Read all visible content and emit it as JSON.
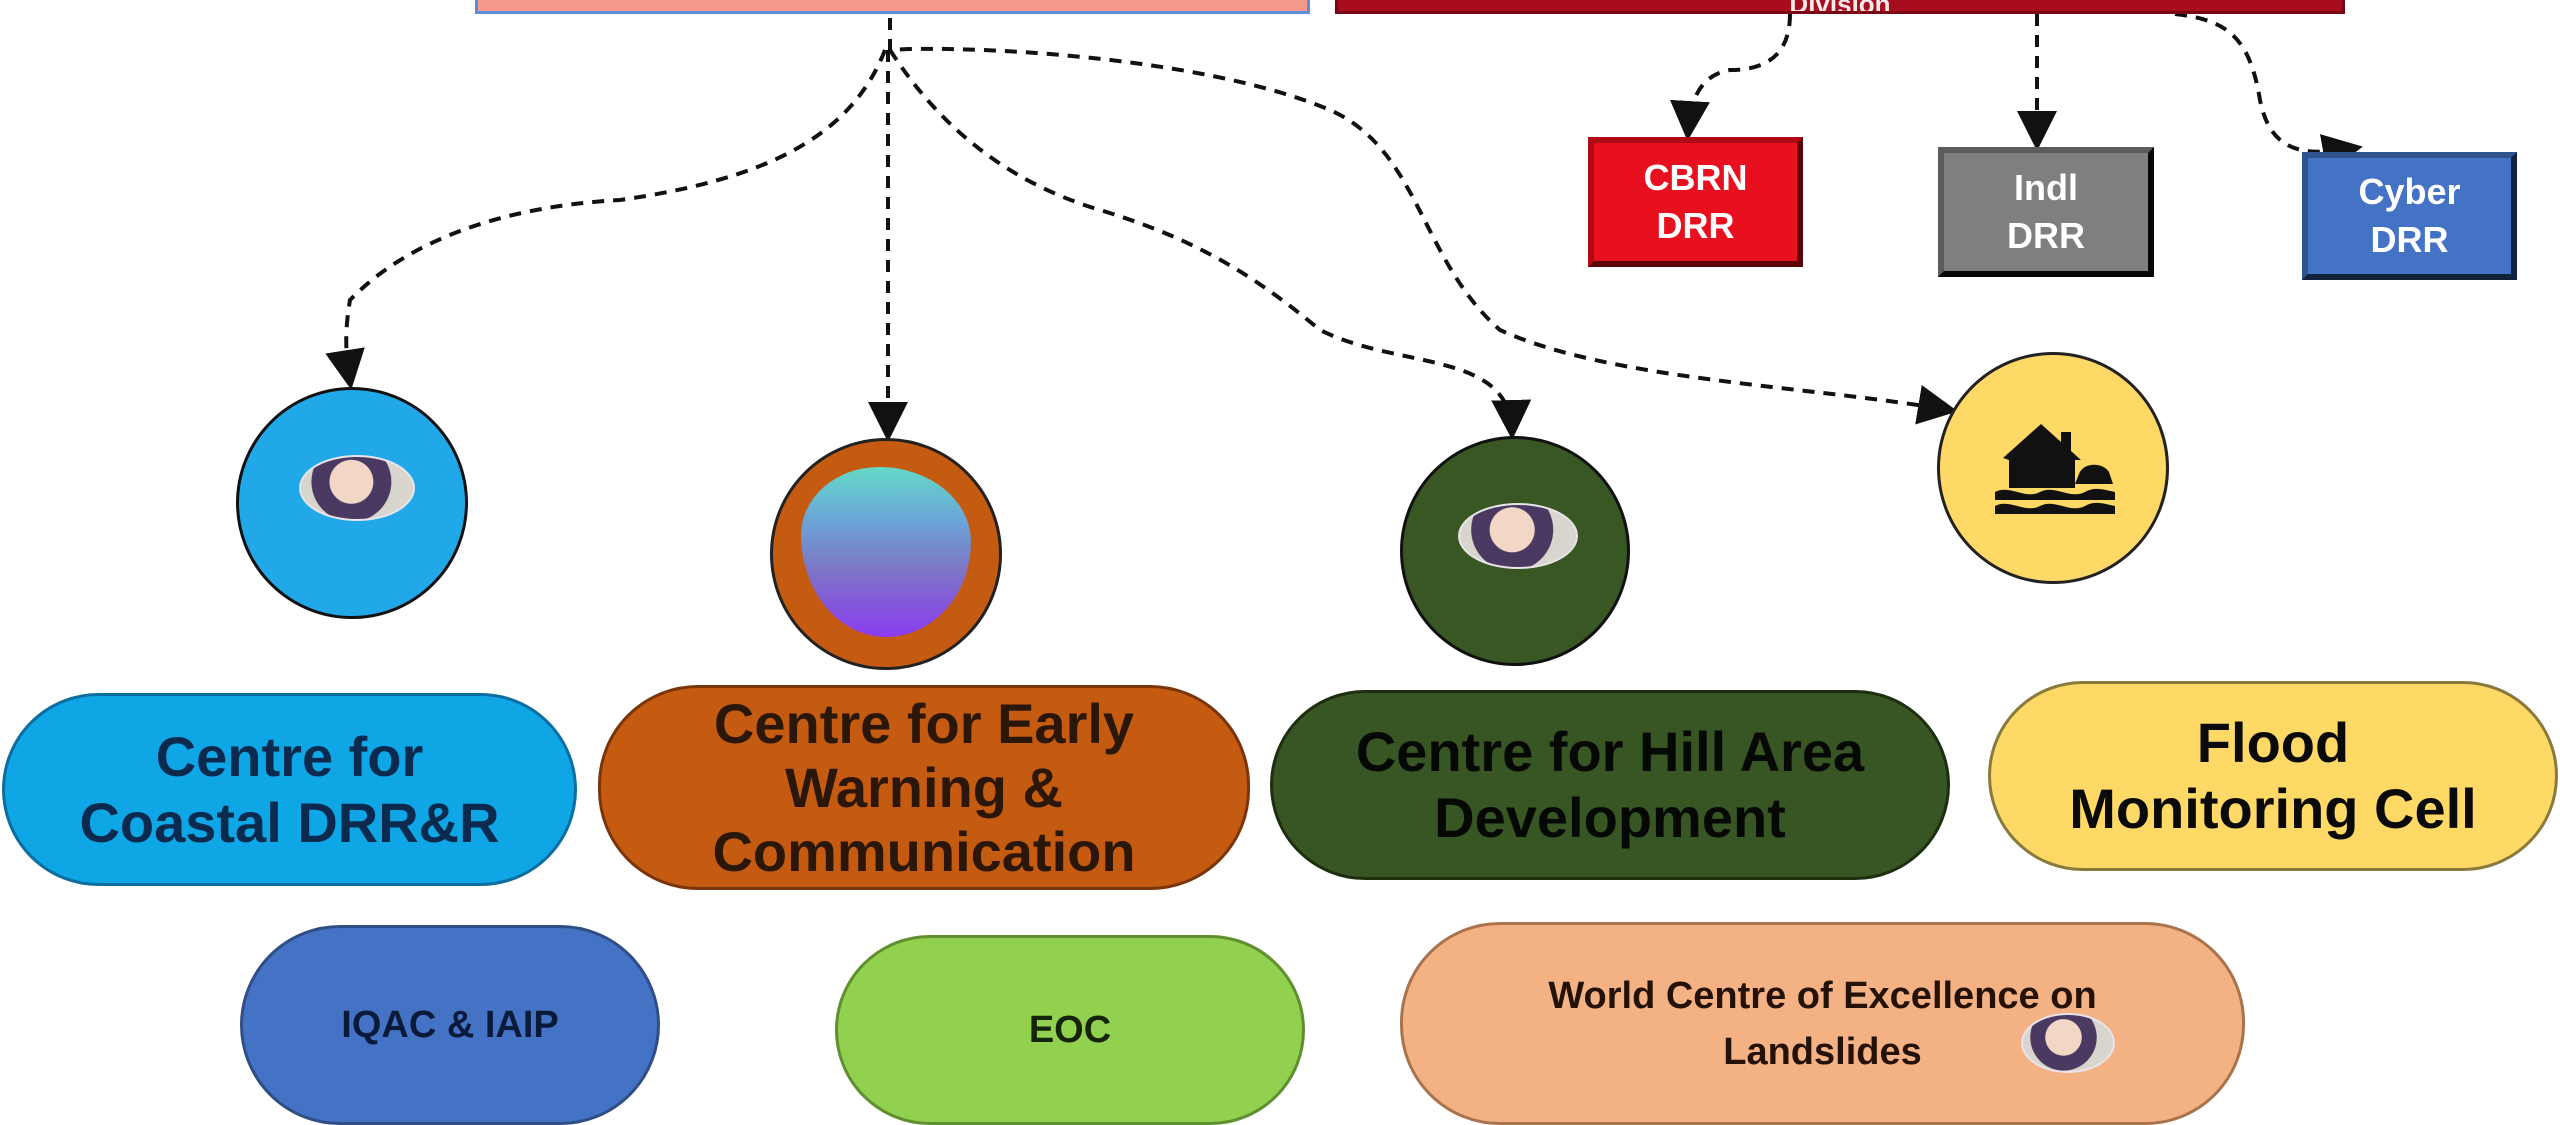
{
  "top_bar_right": {
    "label": "Division"
  },
  "specialized_boxes": [
    {
      "line1": "CBRN",
      "line2": "DRR",
      "color": "#e8101e"
    },
    {
      "line1": "Indl",
      "line2": "DRR",
      "color": "#7f7f7f"
    },
    {
      "line1": "Cyber",
      "line2": "DRR",
      "color": "#4472c4"
    }
  ],
  "centres": [
    {
      "line1": "Centre for",
      "line2": "Coastal DRR&R",
      "line3": "",
      "color": "#0fa6e6",
      "icon": "person-photo-icon"
    },
    {
      "line1": "Centre for Early",
      "line2": "Warning &",
      "line3": "Communication",
      "color": "#c55a11",
      "icon": "gradient-blob-icon"
    },
    {
      "line1": "Centre for Hill Area",
      "line2": "Development",
      "line3": "",
      "color": "#375623",
      "icon": "person-photo-icon"
    },
    {
      "line1": "Flood",
      "line2": "Monitoring Cell",
      "line3": "",
      "color": "#ffd966",
      "icon": "flooded-house-icon"
    }
  ],
  "units": [
    {
      "line1": "IQAC & IAIP",
      "line2": "",
      "color": "#4472c4"
    },
    {
      "line1": "EOC",
      "line2": "",
      "color": "#92d050"
    },
    {
      "line1": "World Centre of Excellence on",
      "line2": "Landslides",
      "color": "#f4b183"
    }
  ]
}
